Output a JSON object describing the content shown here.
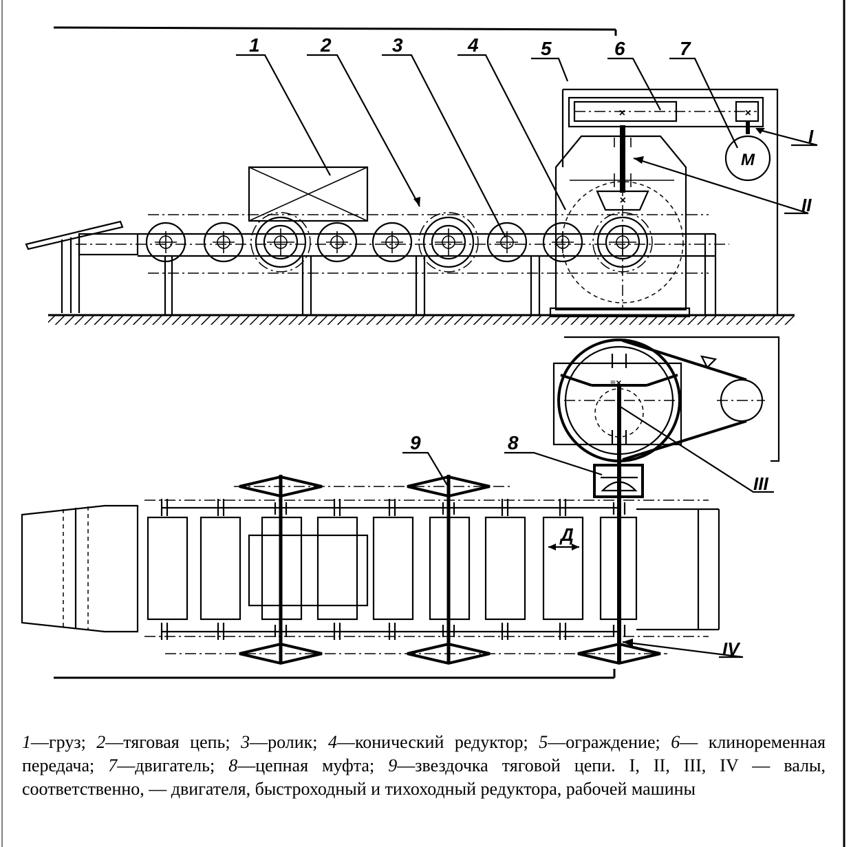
{
  "labels": {
    "l1": "1",
    "l2": "2",
    "l3": "3",
    "l4": "4",
    "l5": "5",
    "l6": "6",
    "l7": "7",
    "l8": "8",
    "l9": "9",
    "shaft_I": "I",
    "shaft_II": "II",
    "shaft_III": "III",
    "shaft_IV": "IV",
    "motor": "M",
    "pitch": "Д"
  },
  "caption": [
    {
      "num": "1",
      "text": "—груз; "
    },
    {
      "num": "2",
      "text": "—тяговая цепь; "
    },
    {
      "num": "3",
      "text": "—ролик; "
    },
    {
      "num": "4",
      "text": "—конический редуктор; "
    },
    {
      "num": "5",
      "text": "—ограждение; "
    },
    {
      "num": "6",
      "text": "— клиноременная передача; "
    },
    {
      "num": "7",
      "text": "—двигатель; "
    },
    {
      "num": "8",
      "text": "—цепная муфта; "
    },
    {
      "num": "9",
      "text": "—звездочка тяговой цепи. I, II, III, IV — валы, соответственно, — двигателя, быстроходный и тихоходный редуктора, рабочей машины"
    }
  ]
}
